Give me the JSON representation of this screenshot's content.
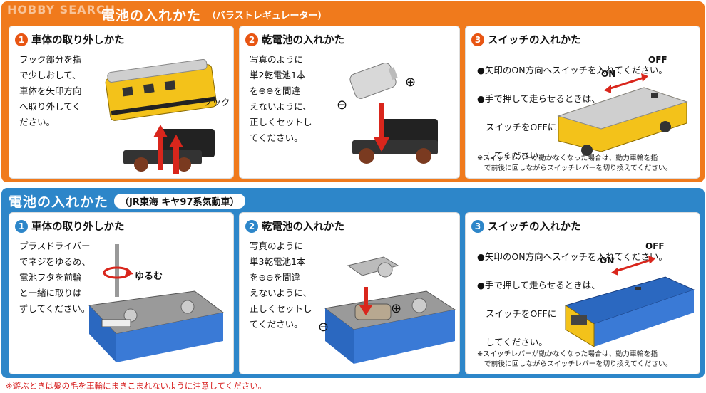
{
  "watermark": "HOBBY SEARCH",
  "section1": {
    "title": "電池の入れかた",
    "subtitle": "（バラストレギュレーター）",
    "step1": {
      "num": "1",
      "heading": "車体の取り外しかた",
      "body": "フック部分を指\nで少しおして、\n車体を矢印方向\nへ取り外してく\nださい。",
      "hook_label": "フック"
    },
    "step2": {
      "num": "2",
      "heading": "乾電池の入れかた",
      "body": "写真のように\n単2乾電池1本\nを⊕⊖を間違\nえないように、\n正しくセットし\nてください。",
      "plus": "⊕",
      "minus": "⊖"
    },
    "step3": {
      "num": "3",
      "heading": "スイッチの入れかた",
      "bullet1": "●矢印のON方向へスイッチを入れてください。",
      "bullet2": "●手で押して走らせるときは、",
      "bullet2b": "スイッチをOFFに",
      "bullet2c": "してください。",
      "on": "ON",
      "off": "OFF",
      "note": "※スイッチレバーが動かなくなった場合は、動力車輪を指\n　で前後に回しながらスイッチレバーを切り換えてください。"
    }
  },
  "section2": {
    "title": "電池の入れかた",
    "subtitle1": "（JR東海",
    "subtitle2": "キヤ97系気動車）",
    "step1": {
      "num": "1",
      "heading": "車体の取り外しかた",
      "body": "プラスドライバー\nでネジをゆるめ、\n電池フタを前輪\nと一緒に取りは\nずしてください。",
      "loosen": "ゆるむ"
    },
    "step2": {
      "num": "2",
      "heading": "乾電池の入れかた",
      "body": "写真のように\n単3乾電池1本\nを⊕⊖を間違\nえないように、\n正しくセットし\nてください。",
      "plus": "⊕",
      "minus": "⊖"
    },
    "step3": {
      "num": "3",
      "heading": "スイッチの入れかた",
      "bullet1": "●矢印のON方向へスイッチを入れてください。",
      "bullet2": "●手で押して走らせるときは、",
      "bullet2b": "スイッチをOFFに",
      "bullet2c": "してください。",
      "on": "ON",
      "off": "OFF",
      "note": "※スイッチレバーが動かなくなった場合は、動力車輪を指\n　で前後に回しながらスイッチレバーを切り換えてください。"
    }
  },
  "footer": "※遊ぶときは髪の毛を車輪にまきこまれないように注意してください。",
  "colors": {
    "orange": "#f07a1c",
    "blue": "#2d86c9",
    "yellow": "#f3c21a",
    "red": "#d9261c"
  }
}
